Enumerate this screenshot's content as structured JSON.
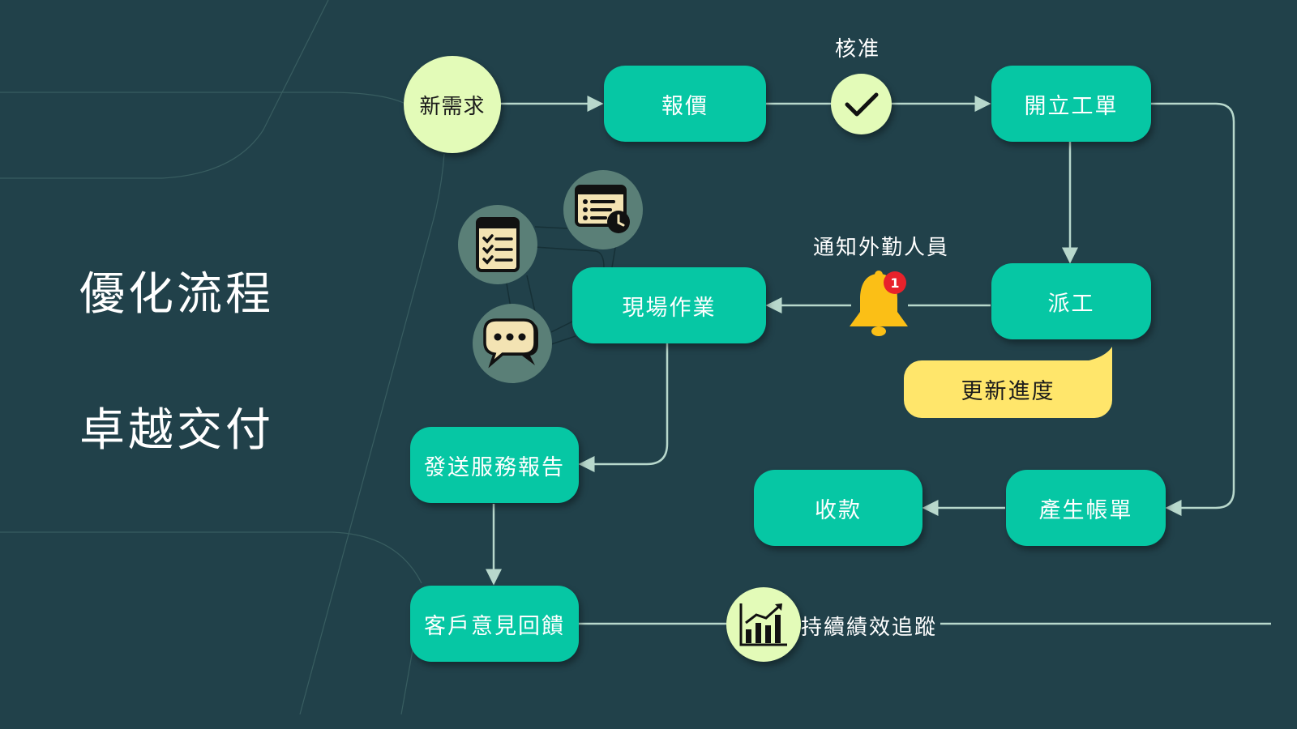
{
  "slide": {
    "titles": [
      "優化流程",
      "卓越交付"
    ]
  },
  "flow": {
    "start": "新需求",
    "nodes": {
      "quote": "報價",
      "work_order": "開立工單",
      "dispatch": "派工",
      "onsite": "現場作業",
      "report": "發送服務報告",
      "feedback": "客戶意見回饋",
      "billing": "產生帳單",
      "payment": "收款"
    },
    "labels": {
      "approve": "核准",
      "notify": "通知外勤人員",
      "tracking": "持續績效追蹤"
    },
    "callout": "更新進度",
    "notification_badge": "1",
    "icons": [
      "checkmark-icon",
      "bell-icon",
      "checklist-icon",
      "schedule-list-icon",
      "chat-bubble-icon",
      "growth-chart-icon"
    ]
  },
  "colors": {
    "background": "#21414a",
    "node": "#06c7a4",
    "start_circle": "#e3fbb8",
    "callout": "#ffe66b",
    "bell": "#fbbf16",
    "badge": "#e8222b",
    "connector": "#b8d8cc"
  }
}
